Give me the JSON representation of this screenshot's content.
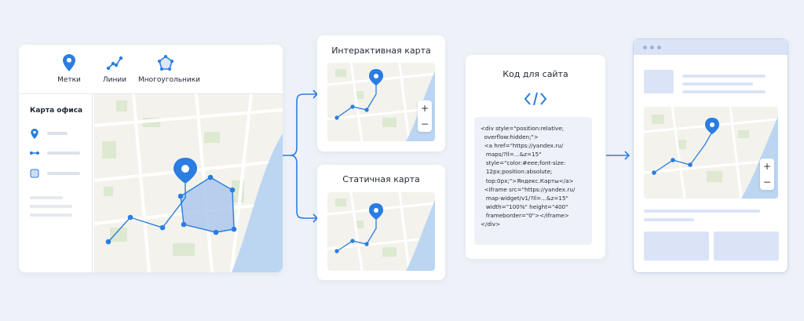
{
  "editor": {
    "tools": [
      {
        "label": "Метки",
        "icon": "pin-icon"
      },
      {
        "label": "Линии",
        "icon": "polyline-icon"
      },
      {
        "label": "Многоугольники",
        "icon": "polygon-icon"
      }
    ],
    "sidebar_title": "Карта офиса",
    "sidebar_icons": [
      "pin-icon",
      "line-icon",
      "square-icon"
    ]
  },
  "interactive_map": {
    "title": "Интерактивная карта",
    "zoom_in": "+",
    "zoom_out": "−"
  },
  "static_map": {
    "title": "Статичная карта"
  },
  "code_card": {
    "title": "Код для сайта",
    "icon": "code-icon",
    "code_lines": [
      "<div style=\"position:relative;",
      "  overflow:hidden;\">",
      "  <a href=\"https://yandex.ru/",
      "   maps/?ll=...&z=15\"",
      "   style=\"color:#eee;font-size:",
      "   12px;position:absolute;",
      "   top:0px;\">Яндекс.Карты</a>",
      "  <iframe src=\"https://yandex.ru/",
      "   map-widget/v1/?ll=...&z=15\"",
      "   width=\"100%\" height=\"400\"",
      "   frameborder=\"0\"></iframe>",
      "</div>"
    ]
  },
  "browser": {
    "zoom_in": "+",
    "zoom_out": "−"
  },
  "colors": {
    "accent": "#2a7de1",
    "map_bg": "#f3f2ec",
    "park": "#dde9d0",
    "water": "#bcd6f2",
    "polygon_fill": "#a8c4ee"
  }
}
